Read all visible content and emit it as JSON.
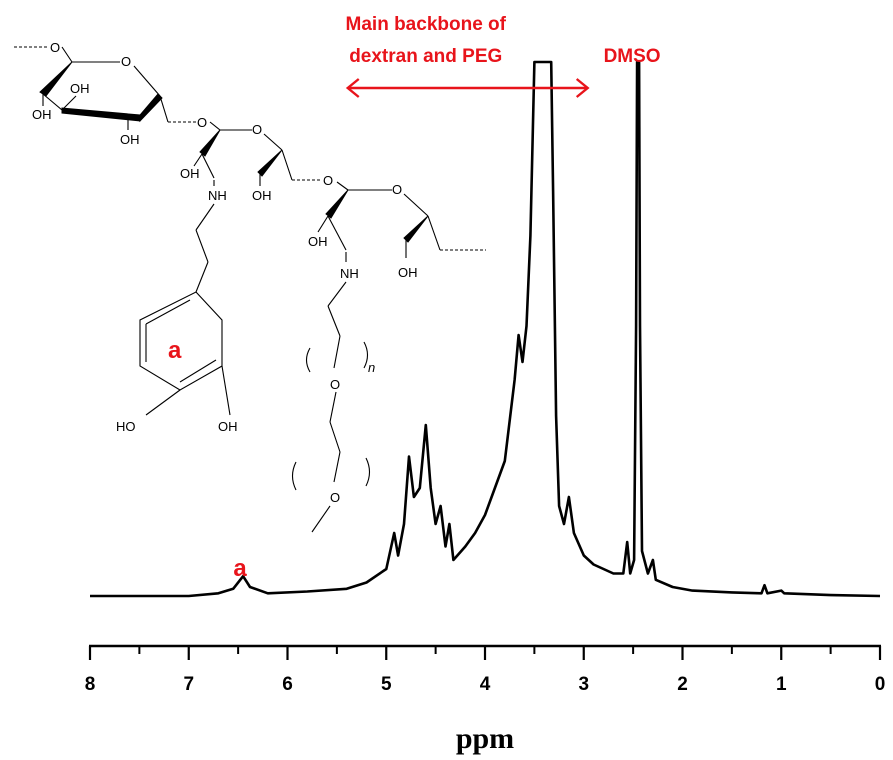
{
  "chart_data": {
    "type": "line",
    "xlabel": "ppm",
    "xlim": [
      8,
      0
    ],
    "x_reversed": true,
    "x_ticks": [
      "8",
      "7",
      "6",
      "5",
      "4",
      "3",
      "2",
      "1",
      "0"
    ],
    "grid": false,
    "annotations": [
      {
        "text": "Main backbone of",
        "line": 1
      },
      {
        "text": "dextran and PEG",
        "line": 2
      },
      {
        "text": "DMSO"
      },
      {
        "text": "a"
      }
    ],
    "backbone_range_ppm": [
      5.4,
      2.95
    ],
    "annotation_positions_ppm": {
      "backbone_label": 4.6,
      "dmso_label": 2.45,
      "peak_a_label": 6.45
    },
    "series": [
      {
        "points": [
          [
            8.0,
            0.0
          ],
          [
            7.0,
            0.0
          ],
          [
            6.7,
            0.003
          ],
          [
            6.55,
            0.008
          ],
          [
            6.45,
            0.022
          ],
          [
            6.38,
            0.01
          ],
          [
            6.2,
            0.003
          ],
          [
            5.8,
            0.005
          ],
          [
            5.4,
            0.008
          ],
          [
            5.2,
            0.015
          ],
          [
            5.0,
            0.03
          ],
          [
            4.92,
            0.07
          ],
          [
            4.88,
            0.045
          ],
          [
            4.82,
            0.08
          ],
          [
            4.77,
            0.155
          ],
          [
            4.72,
            0.11
          ],
          [
            4.66,
            0.12
          ],
          [
            4.6,
            0.19
          ],
          [
            4.55,
            0.12
          ],
          [
            4.5,
            0.08
          ],
          [
            4.45,
            0.1
          ],
          [
            4.4,
            0.055
          ],
          [
            4.36,
            0.08
          ],
          [
            4.32,
            0.04
          ],
          [
            4.2,
            0.055
          ],
          [
            4.1,
            0.07
          ],
          [
            4.0,
            0.09
          ],
          [
            3.9,
            0.12
          ],
          [
            3.8,
            0.15
          ],
          [
            3.7,
            0.24
          ],
          [
            3.66,
            0.29
          ],
          [
            3.62,
            0.26
          ],
          [
            3.58,
            0.3
          ],
          [
            3.54,
            0.4
          ],
          [
            3.5,
            0.6
          ],
          [
            3.47,
            1.3
          ],
          [
            3.45,
            2.0
          ],
          [
            3.43,
            1.3
          ],
          [
            3.41,
            1.0
          ],
          [
            3.39,
            1.2
          ],
          [
            3.37,
            1.6
          ],
          [
            3.35,
            2.0
          ],
          [
            3.33,
            1.5
          ],
          [
            3.31,
            0.45
          ],
          [
            3.28,
            0.2
          ],
          [
            3.25,
            0.1
          ],
          [
            3.2,
            0.08
          ],
          [
            3.15,
            0.11
          ],
          [
            3.1,
            0.07
          ],
          [
            3.0,
            0.045
          ],
          [
            2.9,
            0.035
          ],
          [
            2.8,
            0.03
          ],
          [
            2.7,
            0.025
          ],
          [
            2.6,
            0.025
          ],
          [
            2.56,
            0.06
          ],
          [
            2.53,
            0.025
          ],
          [
            2.49,
            0.04
          ],
          [
            2.47,
            0.3
          ],
          [
            2.46,
            2.0
          ],
          [
            2.44,
            2.0
          ],
          [
            2.43,
            0.3
          ],
          [
            2.41,
            0.05
          ],
          [
            2.35,
            0.025
          ],
          [
            2.3,
            0.04
          ],
          [
            2.27,
            0.018
          ],
          [
            2.1,
            0.01
          ],
          [
            1.9,
            0.006
          ],
          [
            1.5,
            0.004
          ],
          [
            1.2,
            0.003
          ],
          [
            1.17,
            0.012
          ],
          [
            1.14,
            0.003
          ],
          [
            1.0,
            0.006
          ],
          [
            0.97,
            0.003
          ],
          [
            0.5,
            0.001
          ],
          [
            0.0,
            0.0
          ]
        ]
      }
    ],
    "structure_labels": {
      "oh": "OH",
      "ho": "HO",
      "nh": "NH",
      "o": "O",
      "n": "n",
      "ring_a": "a"
    }
  }
}
